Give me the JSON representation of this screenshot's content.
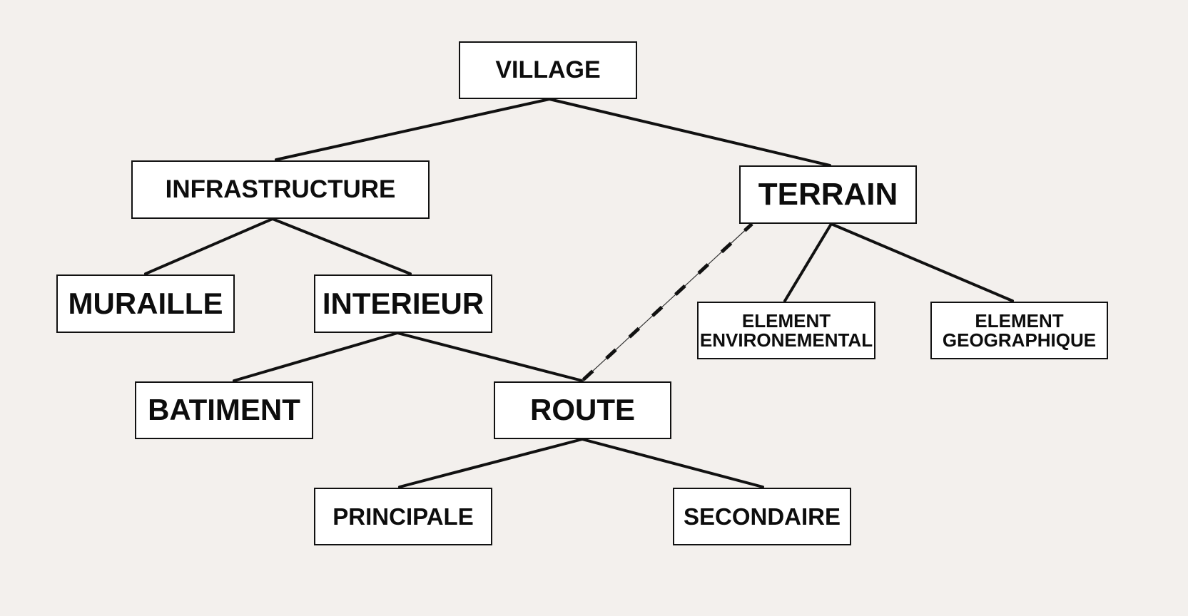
{
  "nodes": {
    "village": "VILLAGE",
    "infrastructure": "INFRASTRUCTURE",
    "terrain": "TERRAIN",
    "muraille": "MURAILLE",
    "interieur": "INTERIEUR",
    "element_environemental": "ELEMENT\nENVIRONEMENTAL",
    "element_geographique": "ELEMENT\nGEOGRAPHIQUE",
    "batiment": "BATIMENT",
    "route": "ROUTE",
    "principale": "PRINCIPALE",
    "secondaire": "SECONDAIRE"
  },
  "edges": [
    {
      "from": "village",
      "to": "infrastructure",
      "style": "solid"
    },
    {
      "from": "village",
      "to": "terrain",
      "style": "solid"
    },
    {
      "from": "infrastructure",
      "to": "muraille",
      "style": "solid"
    },
    {
      "from": "infrastructure",
      "to": "interieur",
      "style": "solid"
    },
    {
      "from": "interieur",
      "to": "batiment",
      "style": "solid"
    },
    {
      "from": "interieur",
      "to": "route",
      "style": "solid"
    },
    {
      "from": "terrain",
      "to": "element_environemental",
      "style": "solid"
    },
    {
      "from": "terrain",
      "to": "element_geographique",
      "style": "solid"
    },
    {
      "from": "terrain",
      "to": "route",
      "style": "dashed"
    },
    {
      "from": "route",
      "to": "principale",
      "style": "solid"
    },
    {
      "from": "route",
      "to": "secondaire",
      "style": "solid"
    }
  ],
  "colors": {
    "background": "#f3f0ed",
    "node_fill": "#ffffff",
    "stroke": "#111111"
  }
}
